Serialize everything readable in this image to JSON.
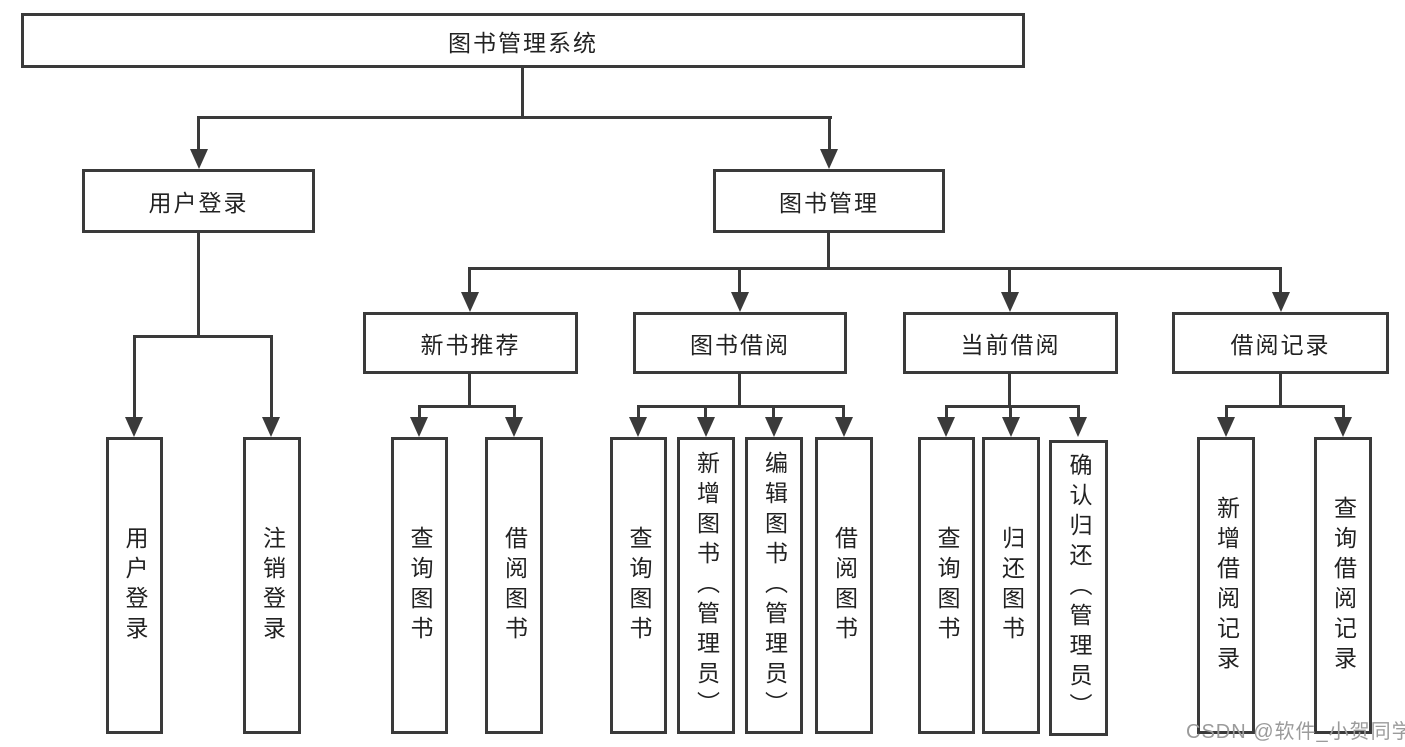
{
  "tree": {
    "root": "图书管理系统",
    "branches": [
      {
        "label": "用户登录",
        "children": [
          "用户登录",
          "注销登录"
        ]
      },
      {
        "label": "图书管理",
        "groups": [
          {
            "label": "新书推荐",
            "children": [
              "查询图书",
              "借阅图书"
            ]
          },
          {
            "label": "图书借阅",
            "children": [
              "查询图书",
              "新增图书（管理员）",
              "编辑图书（管理员）",
              "借阅图书"
            ]
          },
          {
            "label": "当前借阅",
            "children": [
              "查询图书",
              "归还图书",
              "确认归还（管理员）"
            ]
          },
          {
            "label": "借阅记录",
            "children": [
              "新增借阅记录",
              "查询借阅记录"
            ]
          }
        ]
      }
    ]
  },
  "watermark": "CSDN @软件_小贺同学",
  "colors": {
    "line": "#3a3a3a",
    "text": "#222222",
    "watermark": "#9b9b9b",
    "background": "#ffffff"
  }
}
